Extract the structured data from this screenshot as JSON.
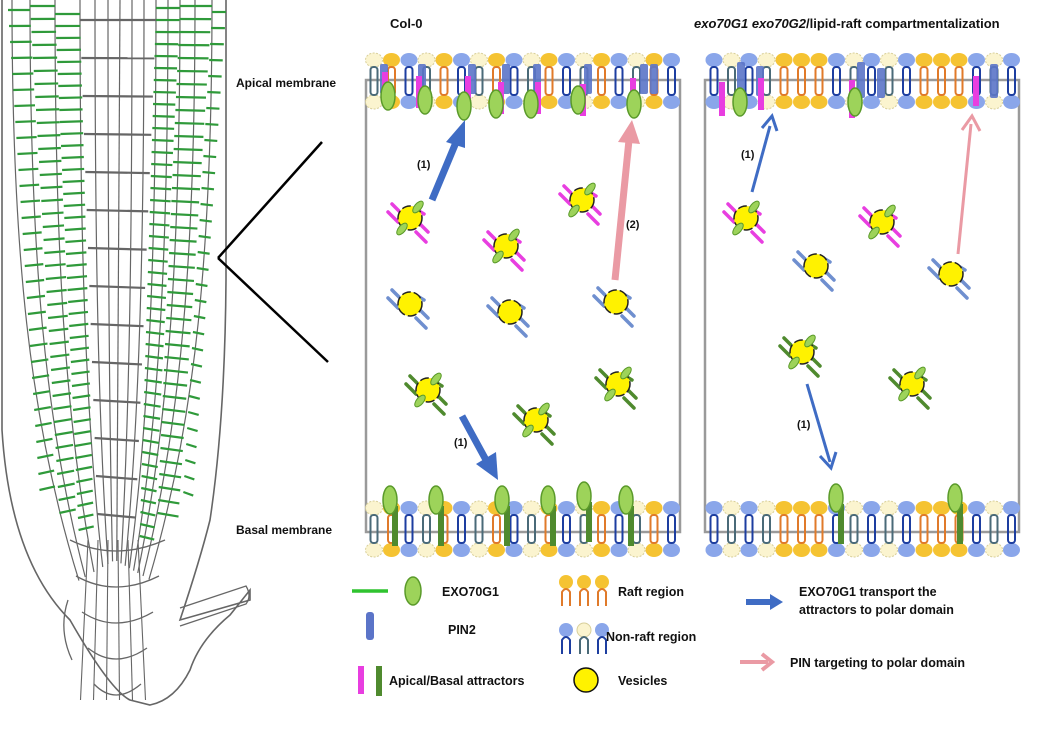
{
  "panels": {
    "left_title": "Col-0",
    "right_title_italic": "exo70G1 exo70G2",
    "right_title_rest": "/lipid-raft compartmentalization"
  },
  "membrane_labels": {
    "apical": "Apical membrane",
    "basal": "Basal membrane"
  },
  "arrow_labels": {
    "col0_up": "(1)",
    "col0_pin": "(2)",
    "col0_down": "(1)",
    "mut_up": "(1)",
    "mut_down": "(1)"
  },
  "legend": {
    "exo70g1": "EXO70G1",
    "pin2": "PIN2",
    "attractors": "Apical/Basal attractors",
    "raft": "Raft region",
    "nonraft": "Non-raft region",
    "vesicles": "Vesicles",
    "blue_arrow": [
      "EXO70G1 transport the",
      "attractors to polar domain"
    ],
    "pink_arrow": "PIN targeting to polar domain"
  },
  "colors": {
    "exo70g1_fill": "#9dd35a",
    "exo70g1_stroke": "#5a9a2a",
    "pin2": "#5b74c8",
    "apical_attractor": "#e83ee0",
    "basal_attractor": "#4f8a2e",
    "raft_head": "#f5c332",
    "raft_tail": "#e07a2a",
    "nonraft_head_blue": "#8aa6ea",
    "nonraft_head_cream": "#fbf4cf",
    "nonraft_tail_blue": "#1d3ea0",
    "nonraft_tail_grey": "#4a6a78",
    "vesicle": "#fff200",
    "blue_arrow": "#3f6cc4",
    "pink_arrow": "#ea9aa4",
    "root_green": "#2f9a3a",
    "root_grey": "#666666",
    "cell_border": "#9a9a9a"
  }
}
